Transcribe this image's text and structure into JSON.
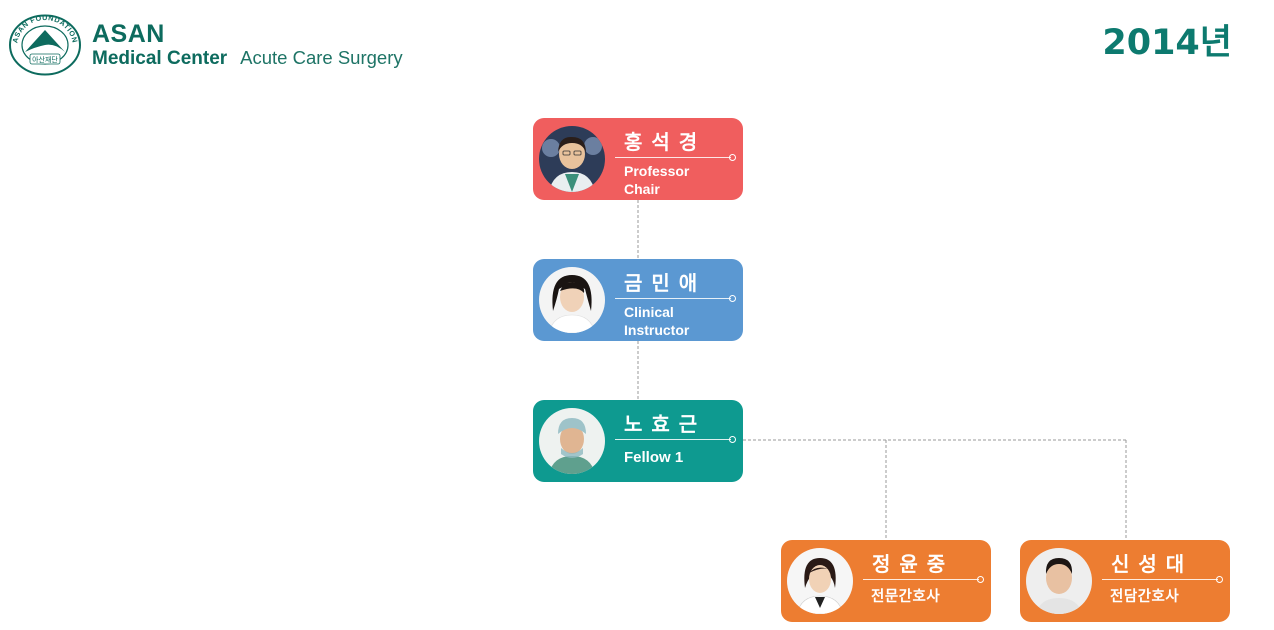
{
  "header": {
    "logo_ring_text": "ASAN FOUNDATION",
    "logo_inner_text": "아산재단",
    "brand_name": "ASAN",
    "brand_sub": "Medical Center",
    "department": "Acute Care Surgery",
    "year": "2014년"
  },
  "org_chart": {
    "nodes": [
      {
        "id": "n1",
        "name": "홍석경",
        "title_lines": [
          "Professor",
          "Chair"
        ],
        "color": "#f05e5e"
      },
      {
        "id": "n2",
        "name": "금민애",
        "title_lines": [
          "Clinical",
          "Instructor"
        ],
        "color": "#5b98d2"
      },
      {
        "id": "n3",
        "name": "노효근",
        "title_lines": [
          "Fellow 1"
        ],
        "color": "#0e9a90"
      },
      {
        "id": "n4",
        "name": "정윤중",
        "title_lines": [
          "전문간호사"
        ],
        "color": "#ed7d31"
      },
      {
        "id": "n5",
        "name": "신성대",
        "title_lines": [
          "전담간호사"
        ],
        "color": "#ed7d31"
      }
    ],
    "edges": [
      {
        "from": "n1",
        "to": "n2"
      },
      {
        "from": "n2",
        "to": "n3"
      },
      {
        "from": "n3",
        "to": "n4"
      },
      {
        "from": "n3",
        "to": "n5"
      }
    ]
  }
}
